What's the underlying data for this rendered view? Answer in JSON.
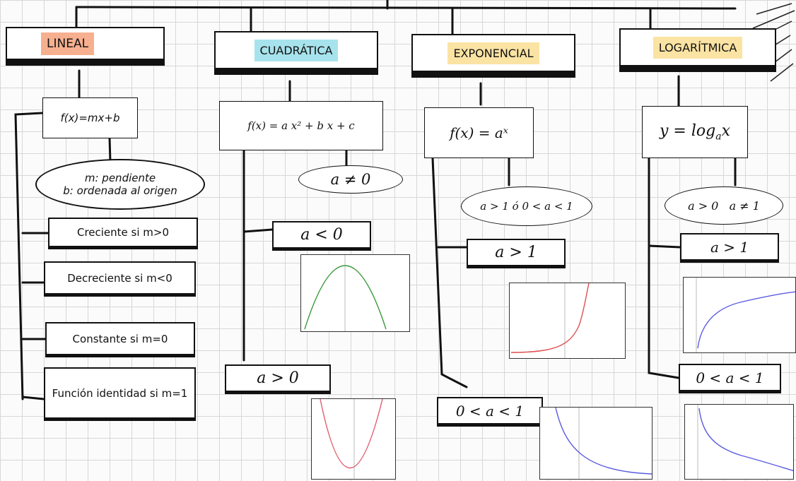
{
  "headers": {
    "lineal": "LINEAL",
    "cuadratica": "CUADRÁTICA",
    "exponencial": "EXPONENCIAL",
    "logaritmica": "LOGARÍTMICA"
  },
  "colors": {
    "lineal_highlight": "#f6b08f",
    "cuadratica_highlight": "#a7e3ec",
    "exponencial_highlight": "#fbe3a4",
    "logaritmica_highlight": "#fbe3a4",
    "parabola_down": "#3c9a3c",
    "parabola_up": "#e06070",
    "exp_growth": "#e05050",
    "decay": "#5a5ae0"
  },
  "lineal": {
    "formula": "f(x)=mx+b",
    "note_line1": "m: pendiente",
    "note_line2": "b: ordenada al origen",
    "items": [
      "Creciente si m>0",
      "Decreciente si m<0",
      "Constante si m=0",
      "Función identidad si m=1"
    ]
  },
  "cuadratica": {
    "formula": "f(x) = a x² + b x + c",
    "condition": "a ≠ 0",
    "case_neg": "a < 0",
    "case_pos": "a > 0"
  },
  "exponencial": {
    "formula": "f(x) = aˣ",
    "condition": "a > 1 ó 0 < a < 1",
    "case_gt": "a > 1",
    "case_between": "0 < a < 1"
  },
  "logaritmica": {
    "formula_base": "y = log",
    "formula_sub": "a",
    "formula_end": "x",
    "condition": "a > 0   a ≠ 1",
    "case_gt": "a > 1",
    "case_between": "0 < a < 1"
  }
}
